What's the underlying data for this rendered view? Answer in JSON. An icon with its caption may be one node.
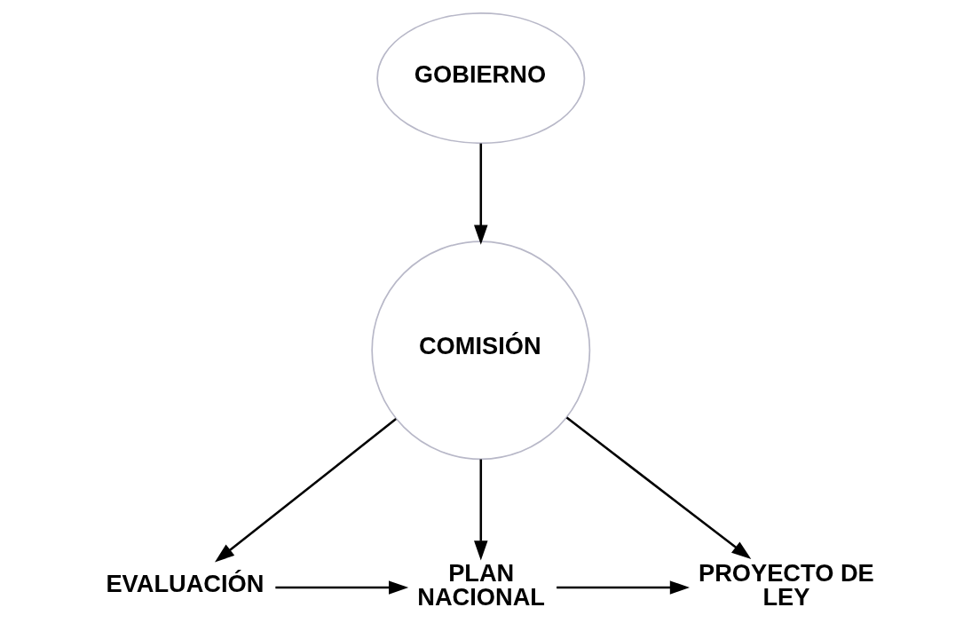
{
  "diagram": {
    "nodes": [
      {
        "text": [
          "GOBIERNO"
        ]
      },
      {
        "text": [
          "COMISIÓN"
        ]
      },
      {
        "text": [
          "EVALUACIÓN"
        ]
      },
      {
        "text": [
          "PLAN NACIONAL"
        ]
      },
      {
        "text": [
          "PROYECTO DE LEY"
        ]
      }
    ],
    "edges": [
      {
        "from": 0,
        "to": 1,
        "arrow": "to"
      },
      {
        "from": 1,
        "to": 2,
        "arrow": "to"
      },
      {
        "from": 1,
        "to": 3,
        "arrow": "to"
      },
      {
        "from": 1,
        "to": 4,
        "arrow": "to"
      },
      {
        "from": 2,
        "to": 3,
        "arrow": "to"
      },
      {
        "from": 3,
        "to": 4,
        "arrow": "to"
      }
    ]
  }
}
